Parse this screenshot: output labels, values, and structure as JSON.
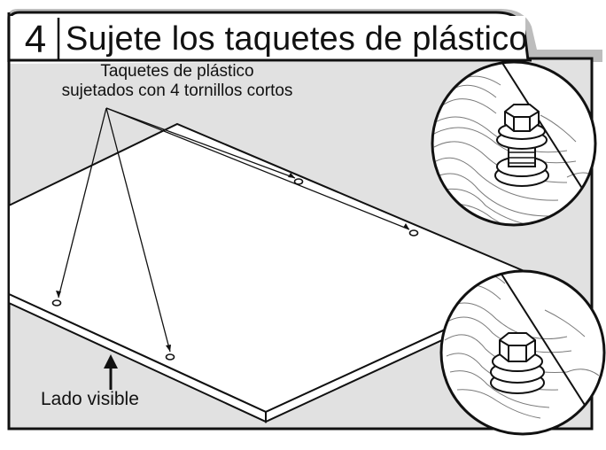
{
  "step": {
    "number": "4",
    "title": "Sujete los taquetes de plástico"
  },
  "callout": {
    "line1": "Taquetes de plástico",
    "line2": "sujetados con 4 tornillos cortos"
  },
  "side_label": "Lado visible",
  "colors": {
    "background_panel": "#e1e1e1",
    "tab_shadow": "#bdbdbd",
    "ink": "#111111",
    "board": "#ffffff",
    "wood_grain": "#7a7a7a"
  }
}
